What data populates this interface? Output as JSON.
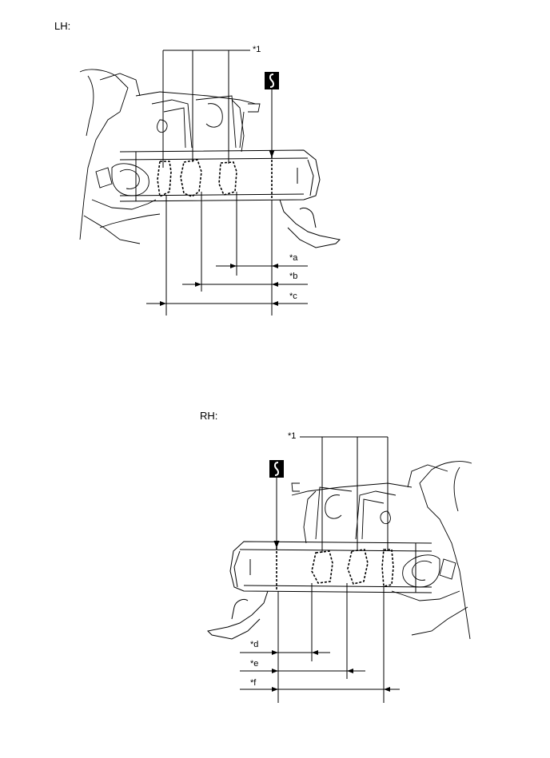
{
  "sections": {
    "lh": {
      "title": "LH:",
      "callout_part": "*1",
      "dimensions": [
        "*a",
        "*b",
        "*c"
      ],
      "symbol_icon": "section-cut-icon"
    },
    "rh": {
      "title": "RH:",
      "callout_part": "*1",
      "dimensions": [
        "*d",
        "*e",
        "*f"
      ],
      "symbol_icon": "section-cut-icon"
    }
  },
  "colors": {
    "line": "#000000",
    "background": "#ffffff"
  }
}
